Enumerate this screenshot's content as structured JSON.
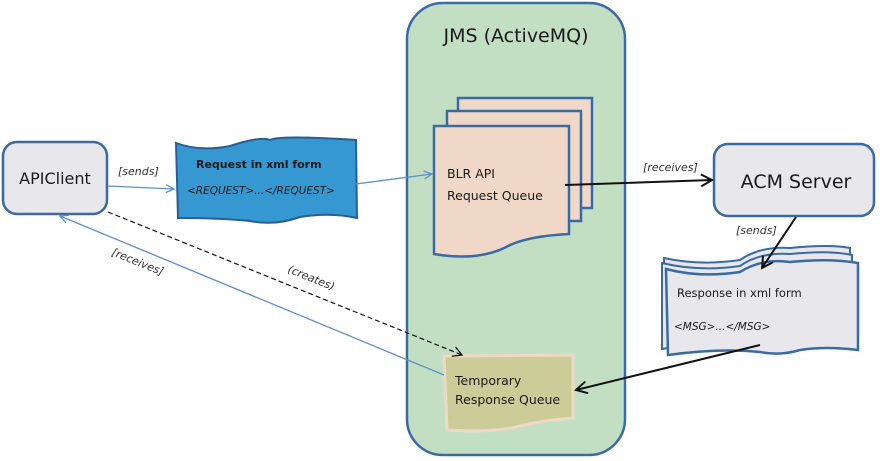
{
  "diagram": {
    "jms_container": {
      "title": "JMS (ActiveMQ)",
      "fill": "#c3dfc3",
      "stroke": "#3a6aa5"
    },
    "api_client": {
      "label": "APIClient",
      "fill": "#e8e8ec",
      "stroke": "#3a6aa5"
    },
    "acm_server": {
      "label": "ACM Server",
      "fill": "#e8e8ec",
      "stroke": "#3a6aa5"
    },
    "request_doc": {
      "title": "Request in xml form",
      "body": "<REQUEST>...</REQUEST>",
      "fill": "#3598d0",
      "stroke": "#2a5d95"
    },
    "request_queue": {
      "line1": "BLR API",
      "line2": "Request Queue",
      "fill": "#f0d8c8",
      "stroke": "#3a6aa5"
    },
    "response_doc": {
      "title": "Response in xml form",
      "body": "<MSG>...</MSG>",
      "fill": "#e8e8ec",
      "stroke": "#3a6aa5"
    },
    "temp_queue": {
      "line1": "Temporary",
      "line2": "Response Queue",
      "fill": "#cccc99",
      "stroke": "#f0d8c8"
    },
    "edges": {
      "client_sends": "[sends]",
      "server_receives": "[receives]",
      "server_sends": "[sends]",
      "client_creates": "(creates)",
      "client_receives": "[receives]"
    }
  }
}
